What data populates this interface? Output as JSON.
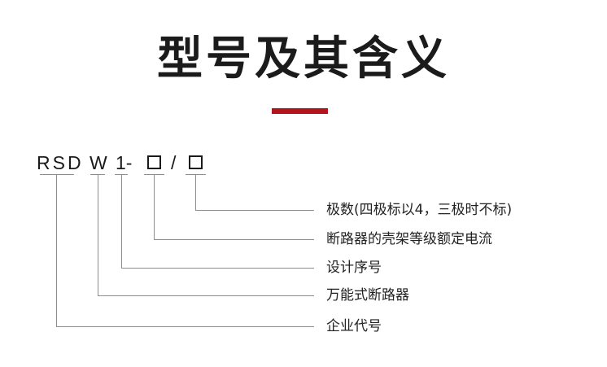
{
  "title": "型号及其含义",
  "accent_color": "#b3151f",
  "model_code": {
    "segments": [
      {
        "text": "RSD",
        "type": "text"
      },
      {
        "text": "W",
        "type": "text"
      },
      {
        "text": "1-",
        "type": "text"
      },
      {
        "text": "",
        "type": "box"
      },
      {
        "text": "/",
        "type": "text"
      },
      {
        "text": "",
        "type": "box"
      }
    ]
  },
  "legend": [
    {
      "label": "极数(四极标以4，三极时不标)",
      "refers_to": "second box"
    },
    {
      "label": "断路器的壳架等级额定电流",
      "refers_to": "first box"
    },
    {
      "label": "设计序号",
      "refers_to": "1"
    },
    {
      "label": "万能式断路器",
      "refers_to": "W"
    },
    {
      "label": "企业代号",
      "refers_to": "RSD"
    }
  ]
}
